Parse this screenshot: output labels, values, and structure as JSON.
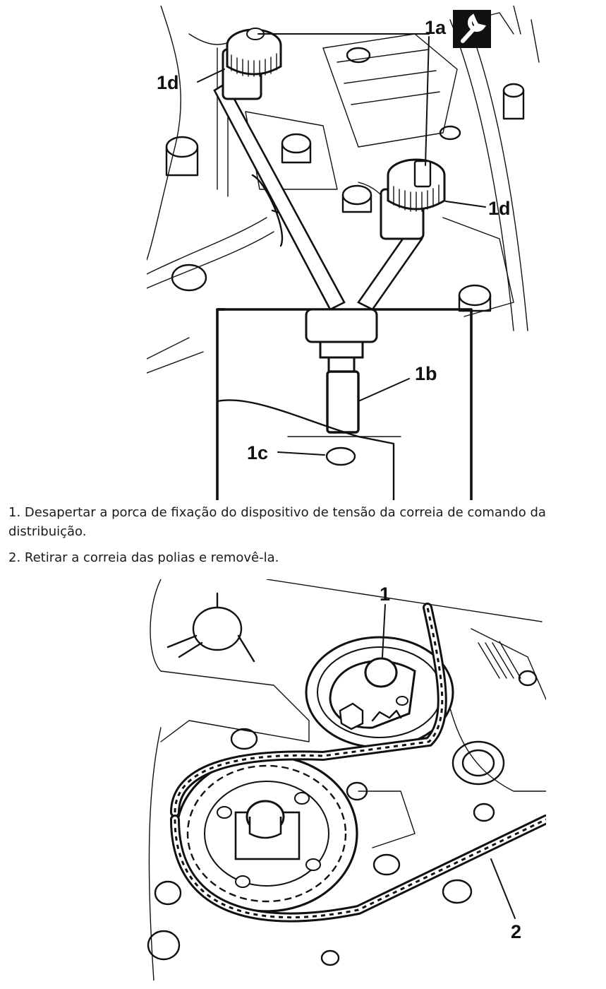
{
  "figure_1": {
    "callouts": {
      "a": "1a",
      "b": "1b",
      "c": "1c",
      "d_left": "1d",
      "d_right": "1d"
    }
  },
  "steps": [
    {
      "text": "1. Desapertar a porca de fixação do dispositivo de tensão da correia de comando da distribuição."
    },
    {
      "text": "2. Retirar a correia das polias e removê-la."
    }
  ],
  "figure_2": {
    "callouts": {
      "tensioner": "1",
      "belt": "2"
    }
  },
  "icons": {
    "tool_badge": "wrench-icon"
  }
}
